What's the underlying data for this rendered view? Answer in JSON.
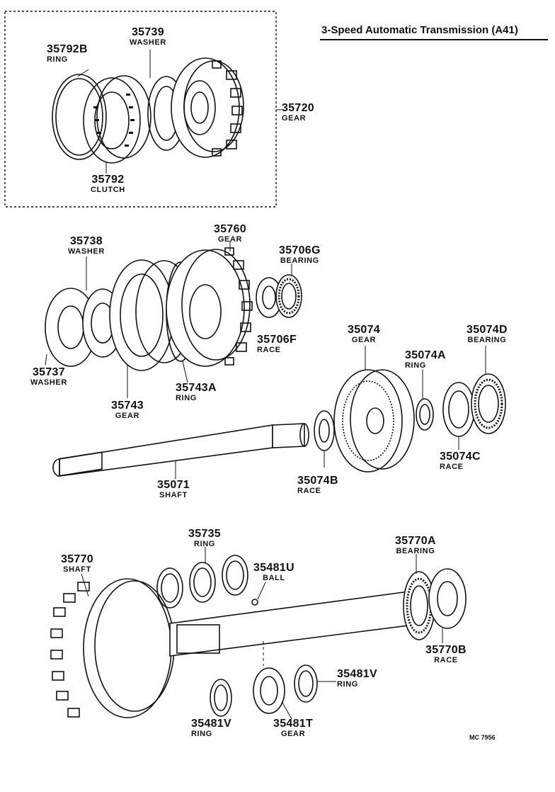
{
  "title": "3-Speed  Automatic  Transmission  (A41)",
  "drawing_code": "MC 7956",
  "parts": [
    {
      "id": "p35792B",
      "number": "35792B",
      "name": "RING"
    },
    {
      "id": "p35739",
      "number": "35739",
      "name": "WASHER"
    },
    {
      "id": "p35720",
      "number": "35720",
      "name": "GEAR"
    },
    {
      "id": "p35792",
      "number": "35792",
      "name": "CLUTCH"
    },
    {
      "id": "p35760",
      "number": "35760",
      "name": "GEAR"
    },
    {
      "id": "p35738",
      "number": "35738",
      "name": "WASHER"
    },
    {
      "id": "p35706G",
      "number": "35706G",
      "name": "BEARING"
    },
    {
      "id": "p35706F",
      "number": "35706F",
      "name": "RACE"
    },
    {
      "id": "p35737",
      "number": "35737",
      "name": "WASHER"
    },
    {
      "id": "p35743A",
      "number": "35743A",
      "name": "RING"
    },
    {
      "id": "p35743",
      "number": "35743",
      "name": "GEAR"
    },
    {
      "id": "p35074",
      "number": "35074",
      "name": "GEAR"
    },
    {
      "id": "p35074D",
      "number": "35074D",
      "name": "BEARING"
    },
    {
      "id": "p35074A",
      "number": "35074A",
      "name": "RING"
    },
    {
      "id": "p35074C",
      "number": "35074C",
      "name": "RACE"
    },
    {
      "id": "p35071",
      "number": "35071",
      "name": "SHAFT"
    },
    {
      "id": "p35074B",
      "number": "35074B",
      "name": "RACE"
    },
    {
      "id": "p35735",
      "number": "35735",
      "name": "RING"
    },
    {
      "id": "p35770A",
      "number": "35770A",
      "name": "BEARING"
    },
    {
      "id": "p35770",
      "number": "35770",
      "name": "SHAFT"
    },
    {
      "id": "p35481U",
      "number": "35481U",
      "name": "BALL"
    },
    {
      "id": "p35770B",
      "number": "35770B",
      "name": "RACE"
    },
    {
      "id": "p35481V_right",
      "number": "35481V",
      "name": "RING"
    },
    {
      "id": "p35481V_left",
      "number": "35481V",
      "name": "RING"
    },
    {
      "id": "p35481T",
      "number": "35481T",
      "name": "GEAR"
    }
  ]
}
